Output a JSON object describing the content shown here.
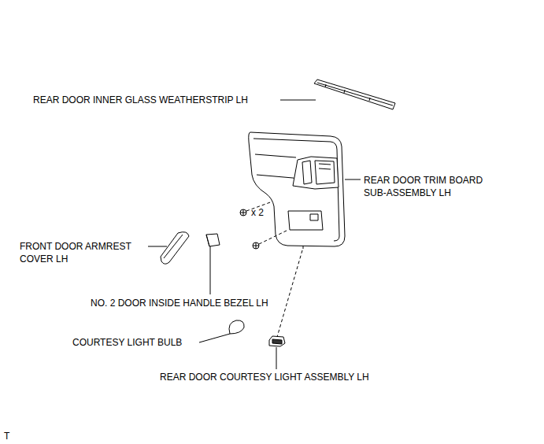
{
  "diagram": {
    "labels": [
      "REAR DOOR INNER GLASS WEATHERSTRIP LH",
      "REAR DOOR TRIM BOARD SUB-ASSEMBLY LH",
      "x 2",
      "FRONT DOOR ARMREST COVER LH",
      "NO. 2 DOOR INSIDE HANDLE BEZEL LH",
      "COURTESY LIGHT BULB",
      "REAR DOOR COURTESY LIGHT ASSEMBLY LH",
      "T"
    ]
  }
}
